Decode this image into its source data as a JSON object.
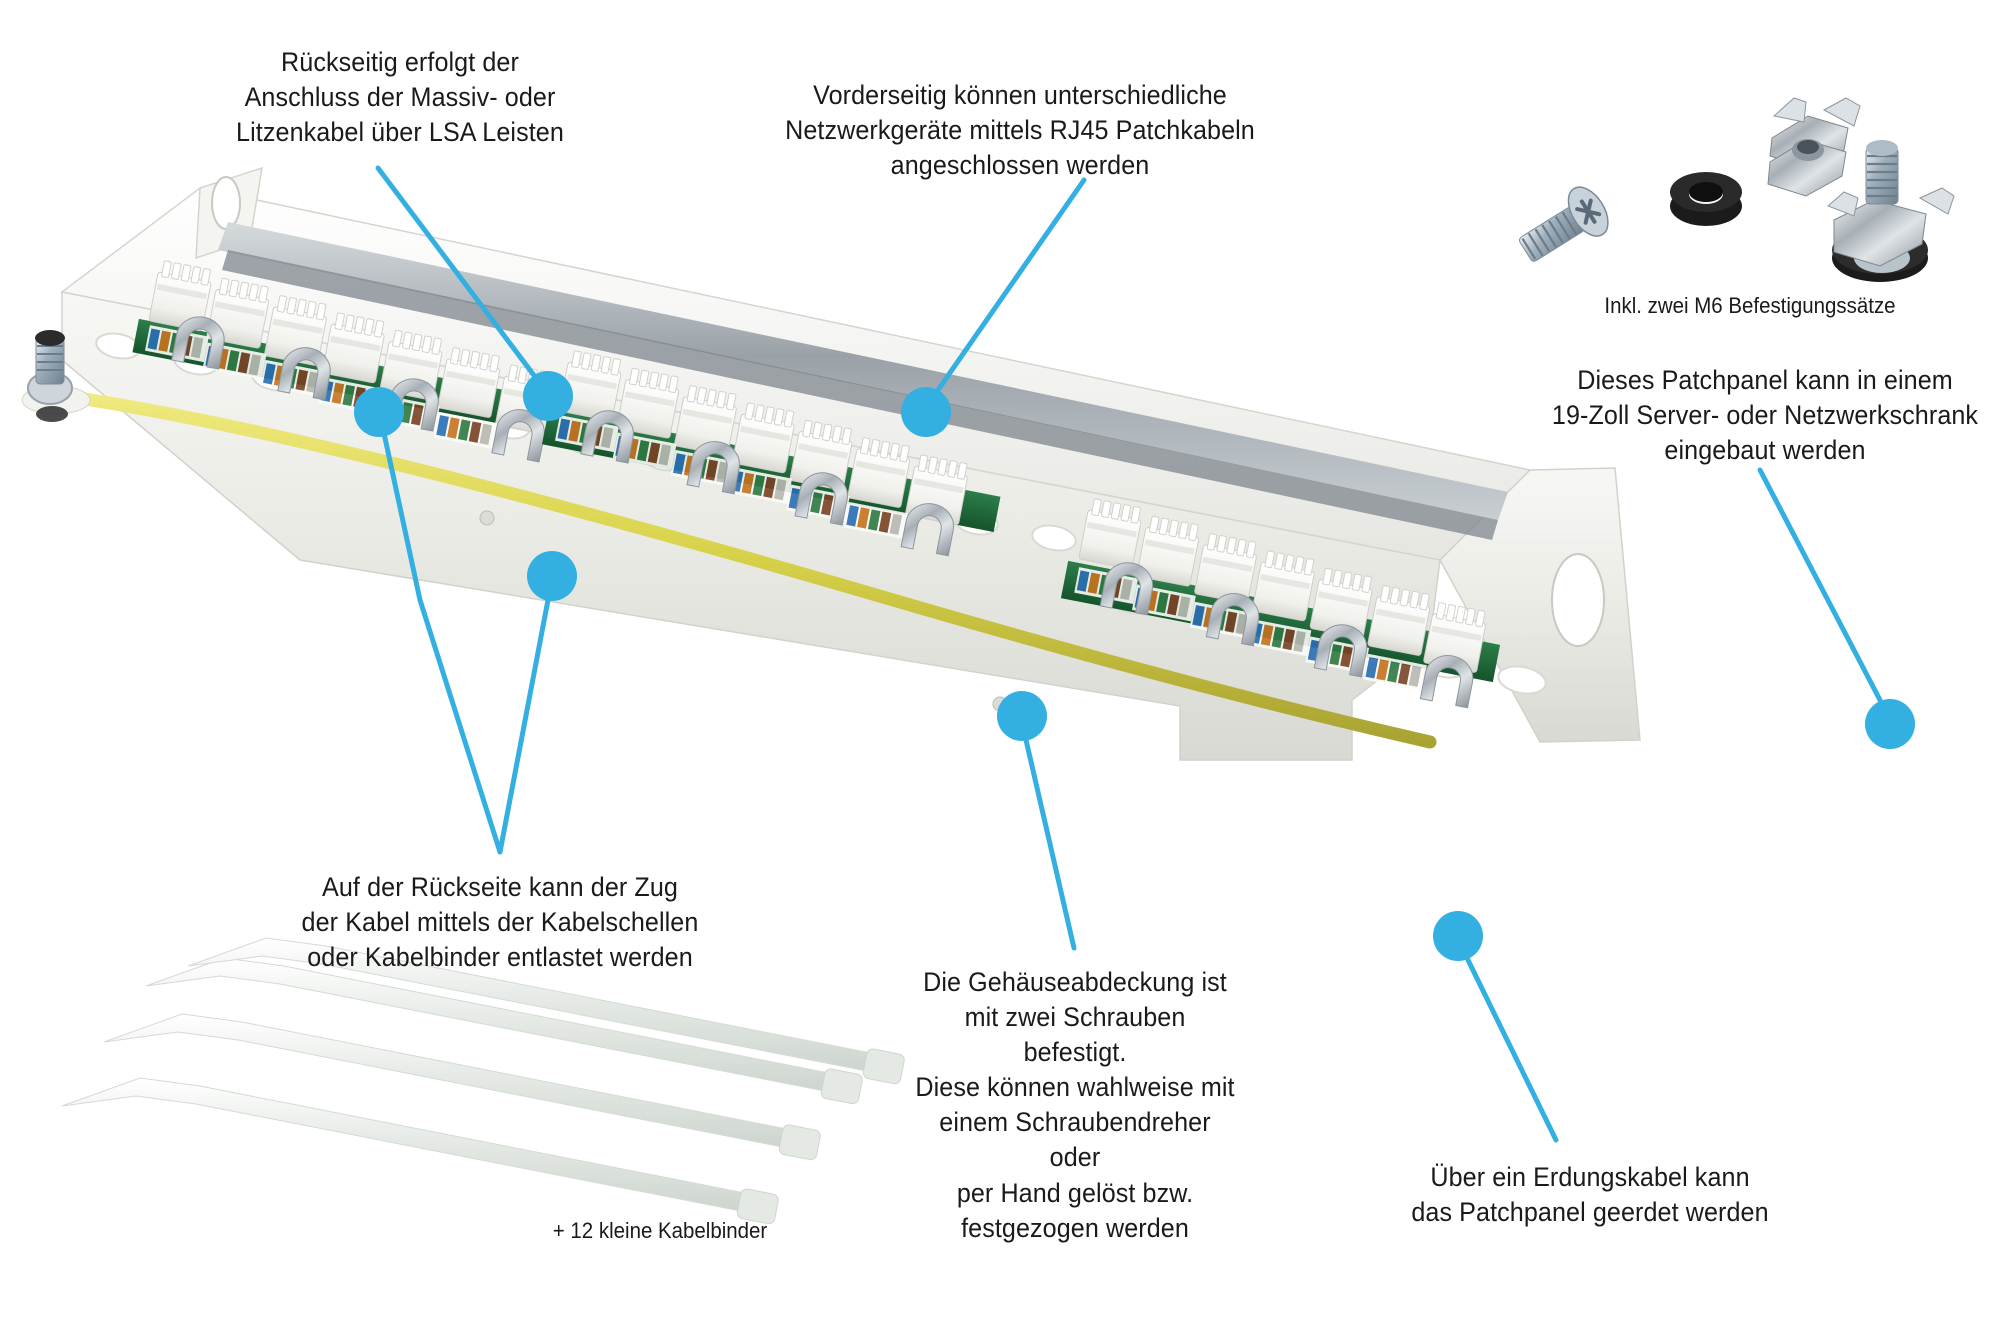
{
  "meta": {
    "title": "Patchpanel Produktinfografik",
    "accent_color": "#33AFE2",
    "text_color": "#1a1a1a",
    "background": "#ffffff"
  },
  "annotations": [
    {
      "id": "rear-lsa",
      "text": "Rückseitig erfolgt der\nAnschluss der Massiv- oder\nLitzenkabel über LSA Leisten"
    },
    {
      "id": "front-rj45",
      "text": "Vorderseitig können unterschiedliche\nNetzwerkgeräte mittels RJ45 Patchkabeln\nangeschlossen werden"
    },
    {
      "id": "rack-mount",
      "text": "Dieses Patchpanel kann in einem\n19-Zoll Server- oder Netzwerkschrank\neingebaut werden"
    },
    {
      "id": "strain-relief",
      "text": "Auf der Rückseite kann der Zug\nder Kabel mittels der Kabelschellen\noder Kabelbinder entlastet werden"
    },
    {
      "id": "cover-screws",
      "text": "Die Gehäuseabdeckung ist\nmit zwei Schrauben befestigt.\nDiese können wahlweise mit\neinem Schraubendreher oder\nper Hand gelöst bzw.\nfestgezogen werden"
    },
    {
      "id": "grounding",
      "text": "Über ein Erdungskabel kann\ndas Patchpanel geerdet werden"
    }
  ],
  "captions": {
    "mounting_kit": "Inkl. zwei M6 Befestigungssätze",
    "cable_ties": "+ 12 kleine Kabelbinder"
  },
  "icons": {
    "callout_dot": "callout-dot-icon",
    "callout_line": "callout-line-icon"
  },
  "product": {
    "name": "19-Zoll Patchpanel",
    "ground_wire_color": "#d8d24a",
    "pcb_color": "#1f6b3a",
    "chassis_color": "#f1f1ee",
    "metal_color": "#b9bfc4"
  },
  "accessories": {
    "screw": "m6-screw",
    "washer": "plastic-washer",
    "cage_nut": "cage-nut",
    "assembled": "assembled-cage-nut",
    "cable_ties_count": 4
  }
}
